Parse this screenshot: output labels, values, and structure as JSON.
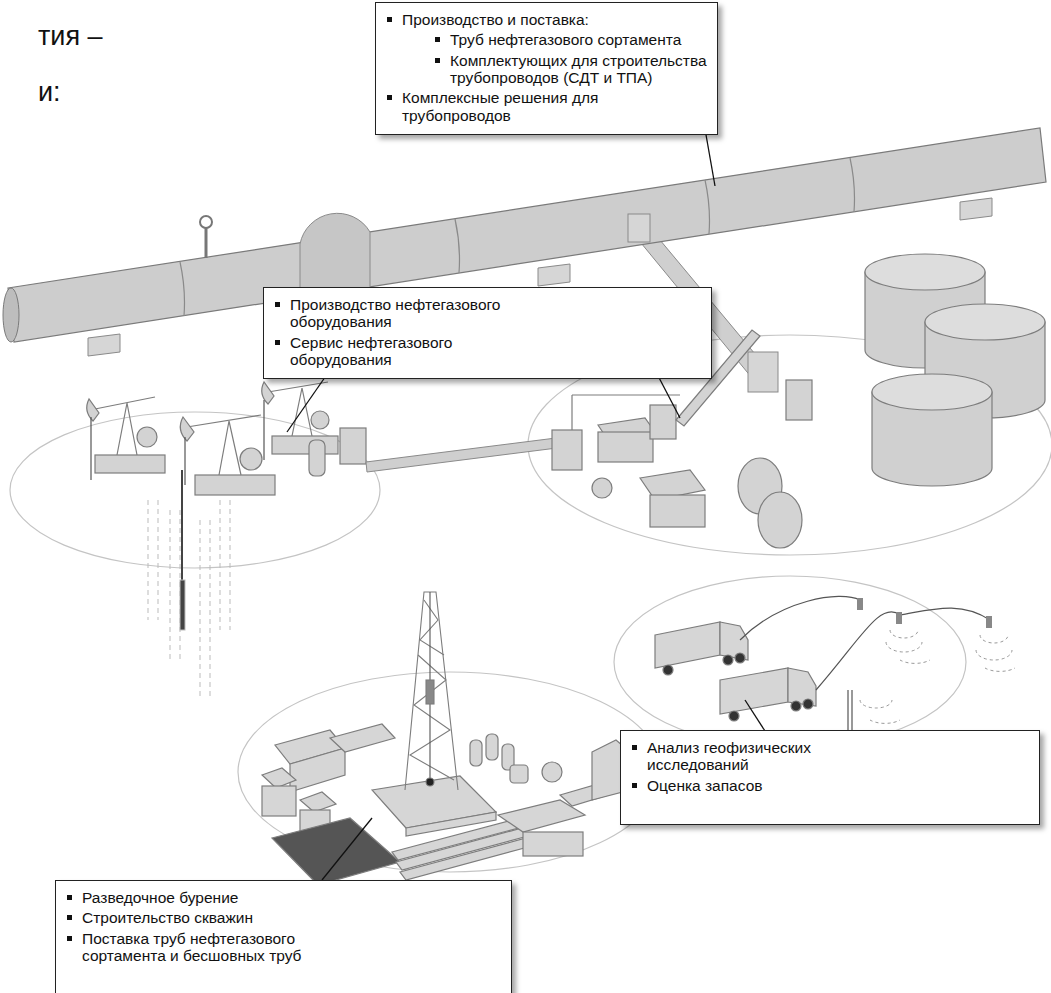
{
  "diagram": {
    "nodes": [
      {
        "text": [
          "Производство и поставка:",
          "Труб нефтегазового сортамента",
          "Комплектующих для строительства трубопроводов (СДТ и ТПА)",
          "Комплексные решения для трубопроводов"
        ]
      },
      {
        "text": [
          "Производство нефтегазового оборудования",
          "Сервис нефтегазового оборудования"
        ]
      },
      {
        "text": [
          "Разведочное бурение",
          "Строительство скважин",
          "Поставка труб нефтегазового сортамента и бесшовных труб"
        ]
      },
      {
        "text": [
          "Анализ геофизических исследований",
          "Оценка запасов"
        ]
      }
    ],
    "labels": [
      "тия –",
      "и:"
    ]
  }
}
